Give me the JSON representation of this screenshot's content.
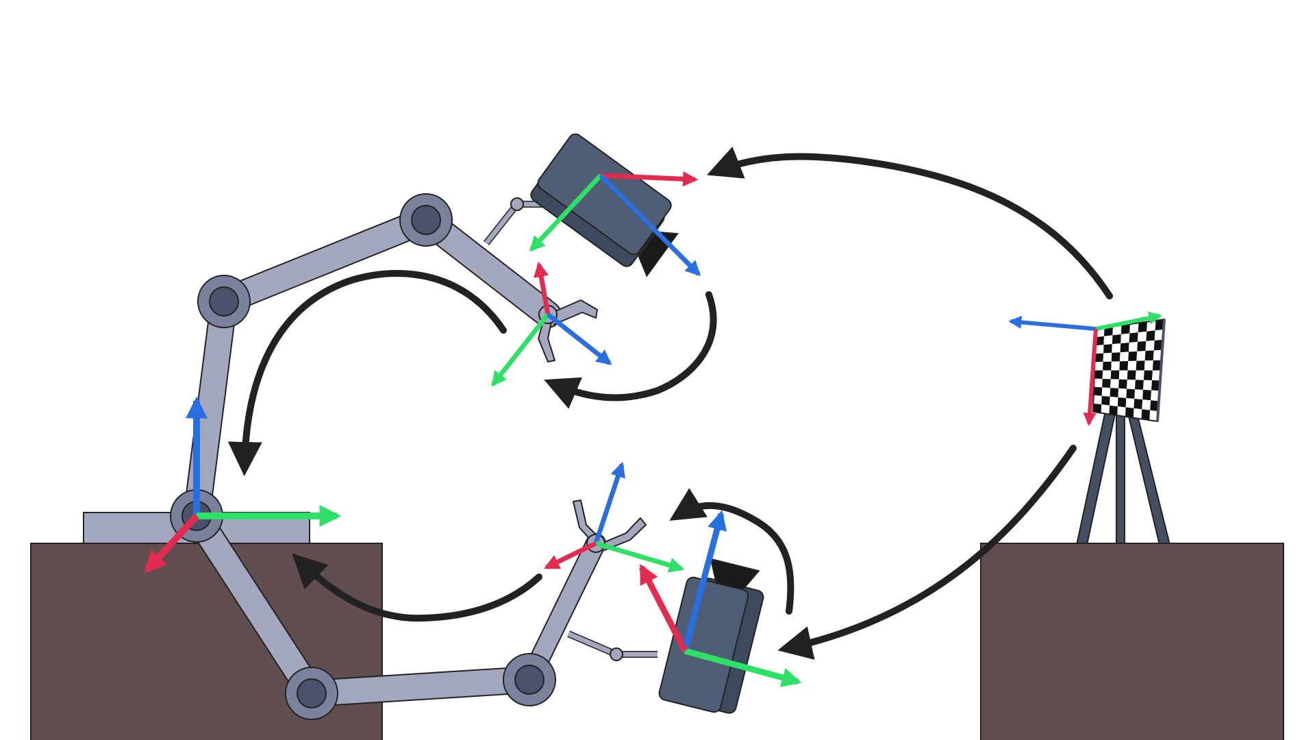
{
  "diagram": {
    "colors": {
      "background": "#ffffff",
      "table": "#614f4f",
      "robot_link": "#a3a8bf",
      "robot_joint": "#7a829c",
      "robot_joint_inner": "#4c526b",
      "camera_body": "#4f5d75",
      "camera_side": "#3e4a5e",
      "camera_lens": "#1a1a1a",
      "tripod": "#465063",
      "flow_arrow": "#222222",
      "axis_x": "#e32b4f",
      "axis_y": "#2ee066",
      "axis_z": "#2a6fe0"
    },
    "components": [
      "upper-robot-arm",
      "lower-robot-arm",
      "upper-camera",
      "lower-camera",
      "calibration-board",
      "left-table",
      "right-table",
      "tripod"
    ],
    "frames": [
      "robot-base-frame",
      "upper-gripper-frame",
      "upper-camera-frame",
      "lower-gripper-frame",
      "lower-camera-frame",
      "calibration-board-frame"
    ]
  }
}
